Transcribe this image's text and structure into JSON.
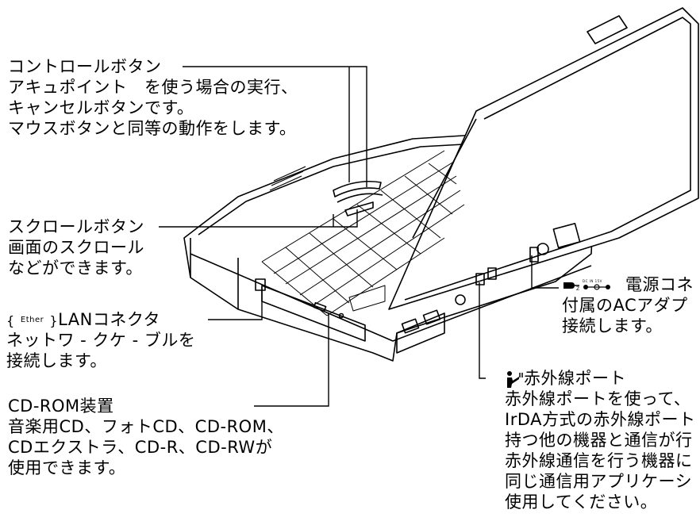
{
  "callouts": {
    "control_button": {
      "title": "コントロールボタン",
      "lines": [
        "アキュポイント　を使う場合の実行、",
        "キャンセルボタンです。",
        "マウスボタンと同等の動作をします。"
      ]
    },
    "scroll_button": {
      "title": "スクロールボタン",
      "lines": [
        "画面のスクロール",
        "などができます。"
      ]
    },
    "lan_connector": {
      "brace_open": "{",
      "ether_label": "Ether",
      "brace_close": "}",
      "title": "LANコネクタ",
      "lines": [
        "ネットワ - クケ - ブルを",
        "接続します。"
      ]
    },
    "cdrom": {
      "title": "CD-ROM装置",
      "lines": [
        "音楽用CD、フォトCD、CD-ROM、",
        "CDエクストラ、CD-R、CD-RWが",
        "使用できます。"
      ]
    },
    "power_connector": {
      "icon_dc_text": "DC IN 15V",
      "title": "電源コネ",
      "lines": [
        "付属のACアダプ",
        "接続します。"
      ]
    },
    "infrared_port": {
      "title": "赤外線ポート",
      "lines": [
        "赤外線ポートを使って、",
        "IrDA方式の赤外線ポート",
        "持つ他の機器と通信が行",
        "赤外線通信を行う機器に",
        "同じ通信用アプリケーシ",
        "使用してください。"
      ]
    }
  }
}
